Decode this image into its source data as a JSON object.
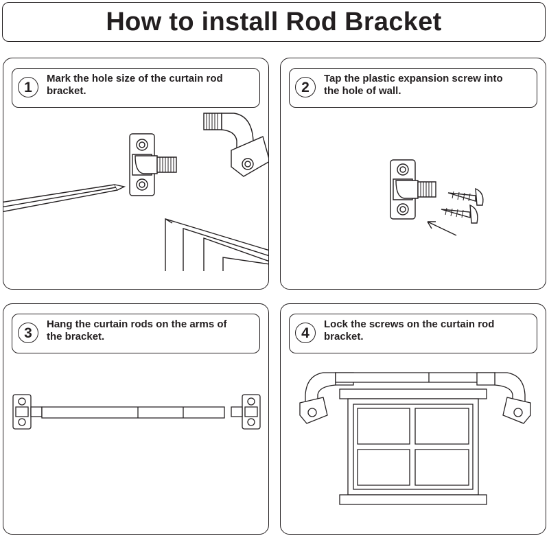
{
  "title": "How to install Rod Bracket",
  "steps": [
    {
      "number": "1",
      "text": "Mark the hole size of the curtain rod\nbracket."
    },
    {
      "number": "2",
      "text": "Tap the plastic expansion screw into\nthe hole of wall."
    },
    {
      "number": "3",
      "text": "Hang the curtain rods on the arms of\nthe bracket."
    },
    {
      "number": "4",
      "text": "Lock the screws on the curtain rod\nbracket."
    }
  ],
  "colors": {
    "line": "#231f20",
    "background": "#ffffff"
  },
  "icons": [
    "pencil-icon",
    "bracket-icon",
    "elbow-bracket-icon",
    "window-frame-icon",
    "screw-icon",
    "arrow-icon",
    "curtain-rod-icon",
    "window-icon"
  ]
}
